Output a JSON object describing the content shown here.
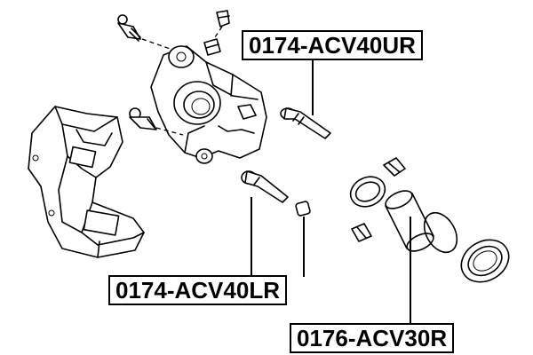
{
  "labels": {
    "upper_pin_kit": "0174-ACV40UR",
    "lower_pin_kit": "0174-ACV40LR",
    "piston_repair_kit": "0176-ACV30R"
  },
  "colors": {
    "line": "#000000",
    "background": "#ffffff"
  }
}
